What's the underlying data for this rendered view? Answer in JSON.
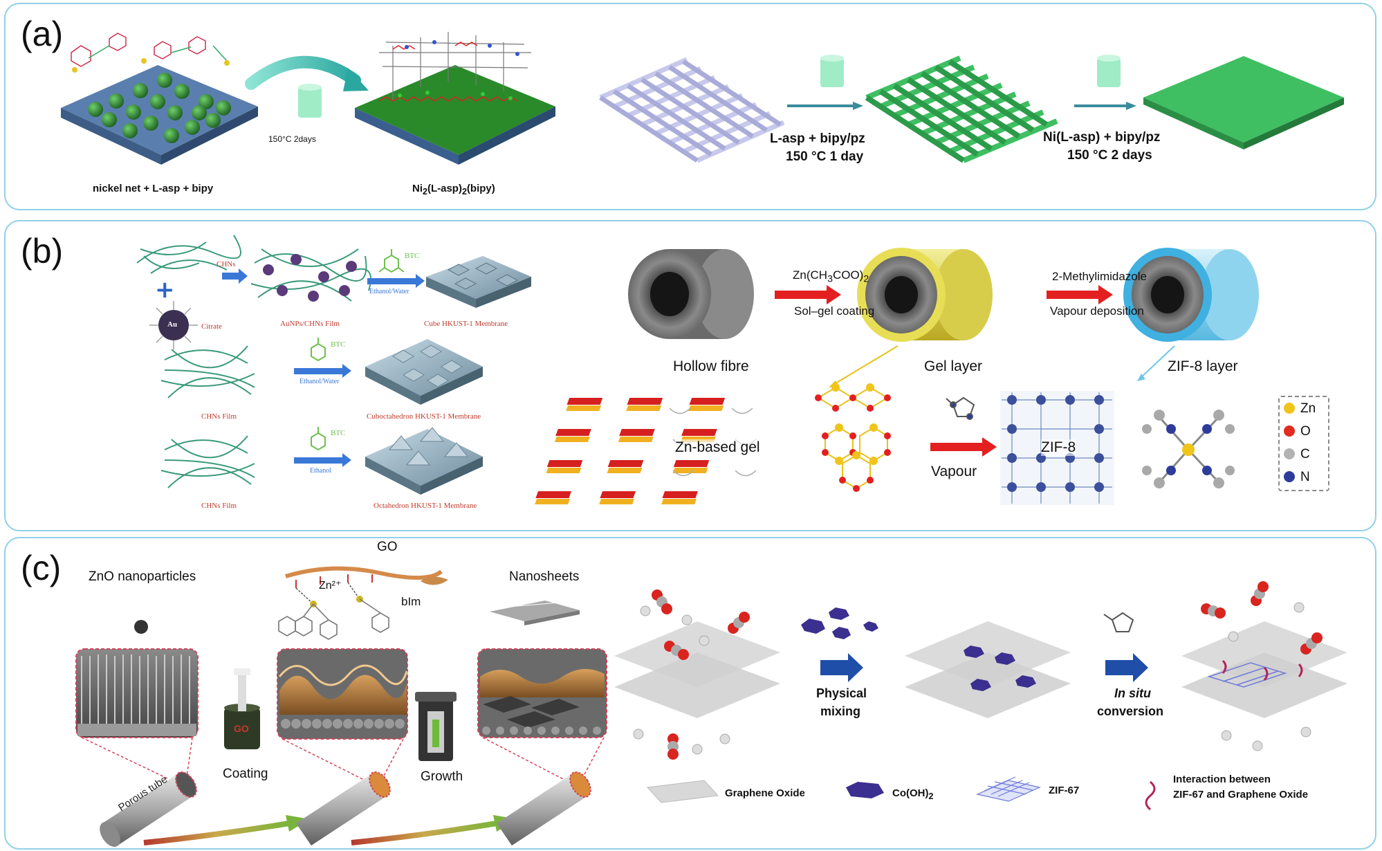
{
  "panel_a": {
    "label": "(a)",
    "temp_left": "150°C 2days",
    "caption_left": "nickel net + L-asp + bipy",
    "caption_product_html": "Ni<sub>2</sub>(L-asp)<sub>2</sub>(bipy)",
    "step1_line1": "L-asp + bipy/pz",
    "step1_line2": "150 °C 1 day",
    "step2_line1": "Ni(L-asp) + bipy/pz",
    "step2_line2": "150 °C  2 days"
  },
  "panel_b": {
    "label": "(b)",
    "chns": "CHNs",
    "au": "Au",
    "citrate": "Citrate",
    "btc": "BTC",
    "solvent_1": "Ethanol/Water",
    "solvent_2": "Ethanol/Water",
    "solvent_3": "Ethanol",
    "film_1": "AuNPs/CHNs Film",
    "film_2": "CHNs Film",
    "film_3": "CHNs Film",
    "membrane_1": "Cube HKUST-1 Membrane",
    "membrane_2": "Cuboctahedron HKUST-1 Membrane",
    "membrane_3": "Octahedron HKUST-1 Membrane",
    "reagent_1_html": "Zn(CH<sub>3</sub>COO)<sub>2</sub>",
    "step_1": "Sol–gel coating",
    "reagent_2": "2-Methylimidazole",
    "step_2": "Vapour deposition",
    "hollow_fibre": "Hollow fibre",
    "gel_layer": "Gel layer",
    "zif8_layer": "ZIF-8 layer",
    "zn_gel": "Zn-based gel",
    "vapour": "Vapour",
    "zif8": "ZIF-8",
    "legend": [
      "Zn",
      "O",
      "C",
      "N"
    ],
    "legend_colors": [
      "#f0c419",
      "#e12b1f",
      "#b3b3b3",
      "#2d3c9b"
    ]
  },
  "panel_c": {
    "label": "(c)",
    "zno": "ZnO nanoparticles",
    "go": "GO",
    "zn2": "Zn²⁺",
    "bim": "bIm",
    "nanosheets": "Nanosheets",
    "porous_tube": "Porous tube",
    "go_jar": "GO",
    "coating": "Coating",
    "growth": "Growth",
    "physical_1": "Physical",
    "physical_2": "mixing",
    "insitu_1": "In situ",
    "insitu_2": "conversion",
    "legend_go": "Graphene Oxide",
    "legend_coh_html": "Co(OH)<sub>2</sub>",
    "legend_zif67": "ZIF-67",
    "legend_int_1": "Interaction between",
    "legend_int_2": "ZIF-67 and Graphene Oxide"
  }
}
